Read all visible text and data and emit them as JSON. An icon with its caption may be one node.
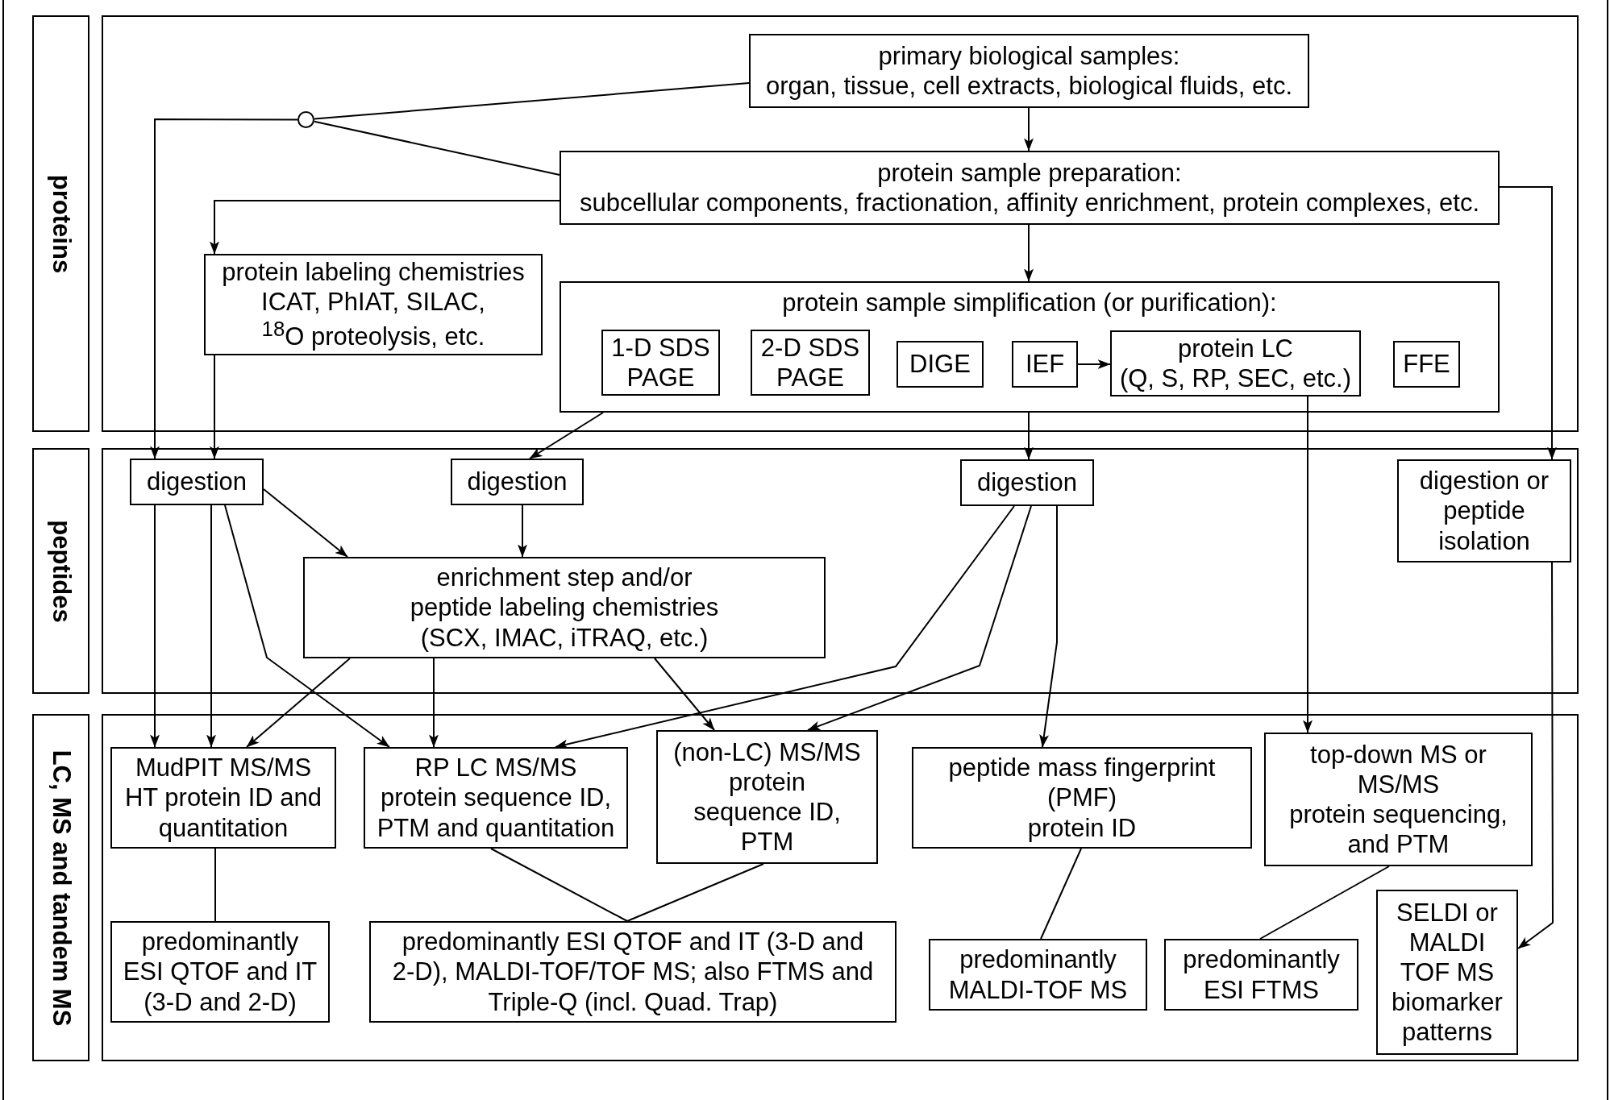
{
  "diagram": {
    "nodes": [
      {
        "text": [
          "proteins"
        ]
      },
      {
        "text": [],
        "shape": "box"
      },
      {
        "text": [
          "primary biological samples:",
          "organ, tissue, cell extracts, biological fluids, etc."
        ],
        "in": 1
      },
      {
        "text": [],
        "shape": "circle",
        "in": 1
      },
      {
        "text": [
          "protein sample preparation:",
          "subcellular components, fractionation, affinity enrichment, protein complexes, etc."
        ],
        "in": 1
      },
      {
        "text": [
          "protein labeling chemistries",
          "ICAT, PhIAT, SILAC, $^{18}$O proteolysis, etc."
        ],
        "in": 1
      },
      {
        "text": [
          "protein sample simplification (or purification):"
        ],
        "in": 1
      },
      {
        "text": [
          "1-D SDS PAGE"
        ],
        "in": 6
      },
      {
        "text": [
          "2-D SDS PAGE"
        ],
        "in": 6
      },
      {
        "text": [
          "DIGE"
        ],
        "in": 6
      },
      {
        "text": [
          "IEF"
        ],
        "in": 6
      },
      {
        "text": [
          "protein LC",
          "(Q, S, RP, SEC, etc.)"
        ],
        "in": 6
      },
      {
        "text": [
          "FFE"
        ],
        "in": 6
      },
      {
        "text": [
          "peptides"
        ]
      },
      {
        "text": [],
        "shape": "box"
      },
      {
        "text": [
          "digestion"
        ],
        "in": 14
      },
      {
        "text": [
          "digestion"
        ],
        "in": 14
      },
      {
        "text": [
          "digestion"
        ],
        "in": 14
      },
      {
        "text": [
          "digestion or peptide isolation"
        ],
        "in": 14
      },
      {
        "text": [
          "enrichment step and/or peptide labeling chemistries",
          "(SCX, IMAC, iTRAQ, etc.)"
        ],
        "in": 14
      },
      {
        "text": [
          "LC, MS and tandem MS"
        ]
      },
      {
        "text": [],
        "shape": "box"
      },
      {
        "text": [
          "MudPIT MS/MS",
          "HT protein ID and quantitation"
        ],
        "in": 21
      },
      {
        "text": [
          "RP LC MS/MS",
          "protein sequence ID, PTM and quantitation"
        ],
        "in": 21
      },
      {
        "text": [
          "(non-LC) MS/MS",
          "protein sequence ID, PTM"
        ],
        "in": 21
      },
      {
        "text": [
          "peptide mass fingerprint (PMF)",
          "protein ID"
        ],
        "in": 21
      },
      {
        "text": [
          "top-down MS or MS/MS",
          "protein sequencing, and PTM"
        ],
        "in": 21
      },
      {
        "text": [
          "predominantly ESI QTOF and IT (3-D and 2-D)"
        ],
        "in": 21
      },
      {
        "text": [
          "predominantly ESI QTOF and IT (3-D and 2-D), MALDI-TOF/TOF MS; also FTMS and Triple-Q (incl. Quad. Trap)"
        ],
        "in": 21
      },
      {
        "text": [
          "predominantly MALDI-TOF MS"
        ],
        "in": 21
      },
      {
        "text": [
          "predominantly ESI FTMS"
        ],
        "in": 21
      },
      {
        "text": [
          "SELDI or MALDI TOF MS biomarker patterns"
        ],
        "in": 21
      }
    ],
    "edges": [
      {
        "from": 2,
        "to": 3,
        "arrow": "none"
      },
      {
        "from": 4,
        "to": 3,
        "arrow": "none"
      },
      {
        "from": 3,
        "to": 15,
        "arrow": "to"
      },
      {
        "from": 2,
        "to": 4,
        "arrow": "to"
      },
      {
        "from": 4,
        "to": 5,
        "arrow": "to"
      },
      {
        "from": 4,
        "to": 6,
        "arrow": "to"
      },
      {
        "from": 4,
        "to": 18,
        "arrow": "to"
      },
      {
        "from": 5,
        "to": 15,
        "arrow": "to"
      },
      {
        "from": 6,
        "to": 16,
        "arrow": "to"
      },
      {
        "from": 6,
        "to": 17,
        "arrow": "to"
      },
      {
        "from": 10,
        "to": 11,
        "arrow": "to"
      },
      {
        "from": 11,
        "to": 26,
        "arrow": "to"
      },
      {
        "from": 15,
        "to": 22,
        "arrow": "to"
      },
      {
        "from": 15,
        "to": 22,
        "arrow": "to"
      },
      {
        "from": 15,
        "to": 19,
        "arrow": "to"
      },
      {
        "from": 15,
        "to": 23,
        "arrow": "to"
      },
      {
        "from": 16,
        "to": 19,
        "arrow": "to"
      },
      {
        "from": 19,
        "to": 22,
        "arrow": "to"
      },
      {
        "from": 19,
        "to": 23,
        "arrow": "to"
      },
      {
        "from": 19,
        "to": 24,
        "arrow": "to"
      },
      {
        "from": 17,
        "to": 23,
        "arrow": "to"
      },
      {
        "from": 17,
        "to": 24,
        "arrow": "to"
      },
      {
        "from": 17,
        "to": 25,
        "arrow": "to"
      },
      {
        "from": 18,
        "to": 31,
        "arrow": "to"
      },
      {
        "from": 22,
        "to": 27,
        "arrow": "none"
      },
      {
        "from": 23,
        "to": 28,
        "arrow": "none"
      },
      {
        "from": 24,
        "to": 28,
        "arrow": "none"
      },
      {
        "from": 25,
        "to": 29,
        "arrow": "none"
      },
      {
        "from": 26,
        "to": 30,
        "arrow": "none"
      }
    ]
  }
}
